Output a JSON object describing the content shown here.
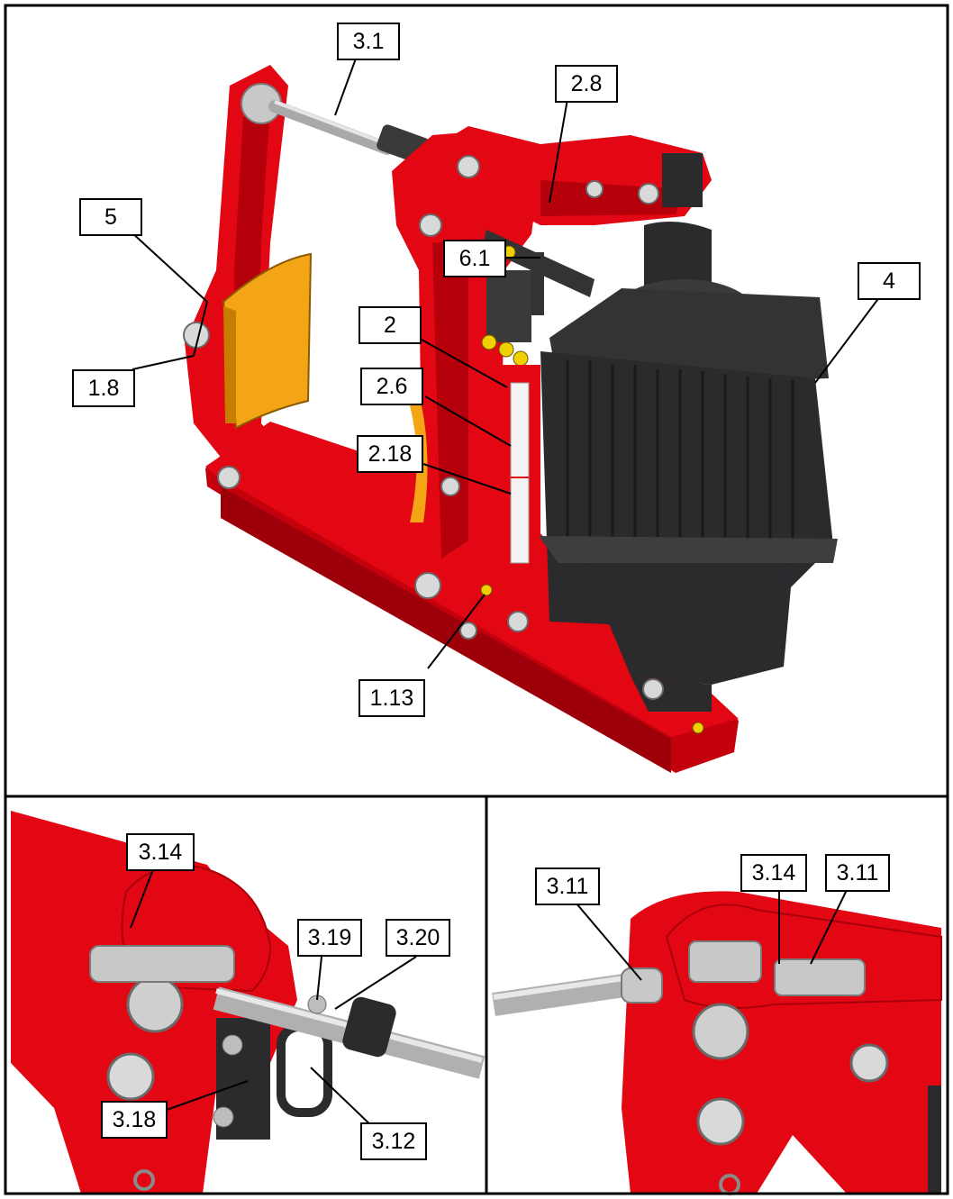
{
  "colors": {
    "frame": "#000000",
    "body_red": "#e30613",
    "body_red_dark": "#a8000b",
    "lining_orange": "#f4a516",
    "actuator_black": "#2b2b2e",
    "steel": "#c8c8c8",
    "background": "#ffffff"
  },
  "panels": {
    "main": {
      "callouts": {
        "c3_1": "3.1",
        "c2_8": "2.8",
        "c5": "5",
        "c6_1": "6.1",
        "c4": "4",
        "c2": "2",
        "c1_8": "1.8",
        "c2_6": "2.6",
        "c2_18": "2.18",
        "c1_13": "1.13"
      }
    },
    "detail_left": {
      "callouts": {
        "c3_14": "3.14",
        "c3_19": "3.19",
        "c3_20": "3.20",
        "c3_18": "3.18",
        "c3_12": "3.12"
      }
    },
    "detail_right": {
      "callouts": {
        "c3_11a": "3.11",
        "c3_14": "3.14",
        "c3_11b": "3.11"
      }
    }
  }
}
